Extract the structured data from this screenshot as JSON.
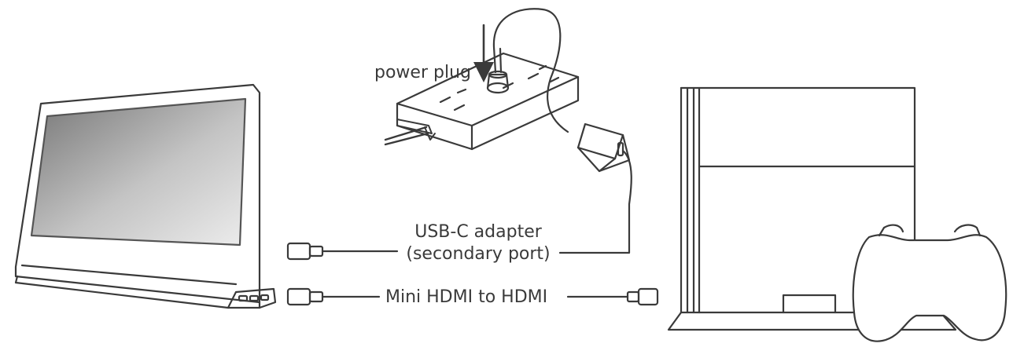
{
  "labels": {
    "power_plug": "power plug",
    "usbc_line1": "USB-C adapter",
    "usbc_line2": "(secondary port)",
    "hdmi": "Mini HDMI to HDMI"
  },
  "colors": {
    "stroke": "#3a3a3a",
    "screen_dark": "#7d7d7d",
    "screen_light": "#e6e6e6"
  },
  "icons": [
    "portable-monitor-icon",
    "power-strip-icon",
    "power-plug-icon",
    "usb-c-power-adapter-icon",
    "game-console-icon",
    "game-controller-icon",
    "usb-c-connector-icon",
    "mini-hdmi-connector-icon",
    "hdmi-connector-icon"
  ]
}
